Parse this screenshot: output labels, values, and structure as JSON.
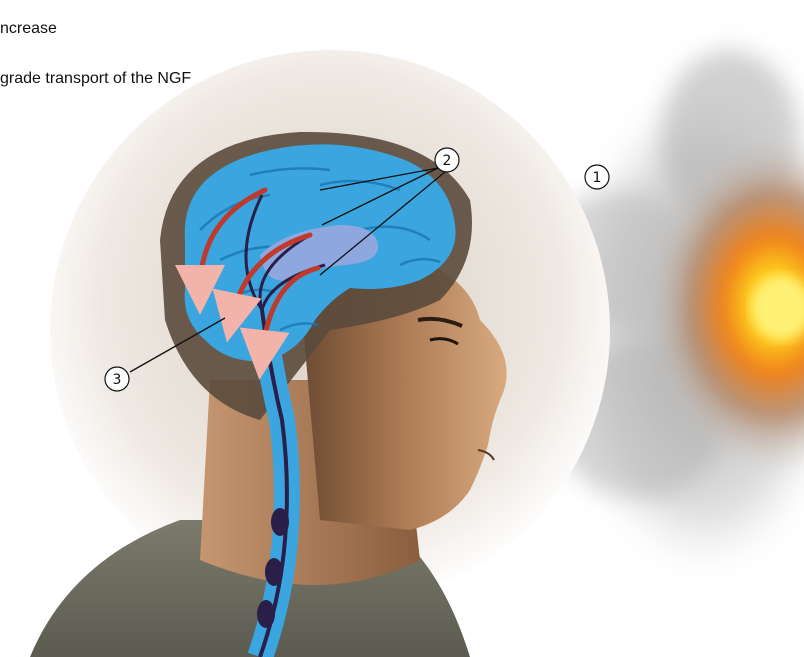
{
  "captions": {
    "line1": "ncrease",
    "line2": "grade transport of the NGF"
  },
  "callouts": {
    "one": "1",
    "two": "2",
    "three": "3"
  },
  "colors": {
    "brain": "#3aa5de",
    "brain_dark": "#1d76b3",
    "ventricle": "#8fa7df",
    "nerve": "#2a1f48",
    "arrow": "#c0392b",
    "arrow_light": "#f2b3aa",
    "skin": "#d9a77a",
    "skin_dark": "#8a5a3a",
    "shirt": "#6e6e60",
    "smoke": "#a8a8a8",
    "fire_core": "#ffe64a",
    "fire_outer": "#f08a1c"
  }
}
